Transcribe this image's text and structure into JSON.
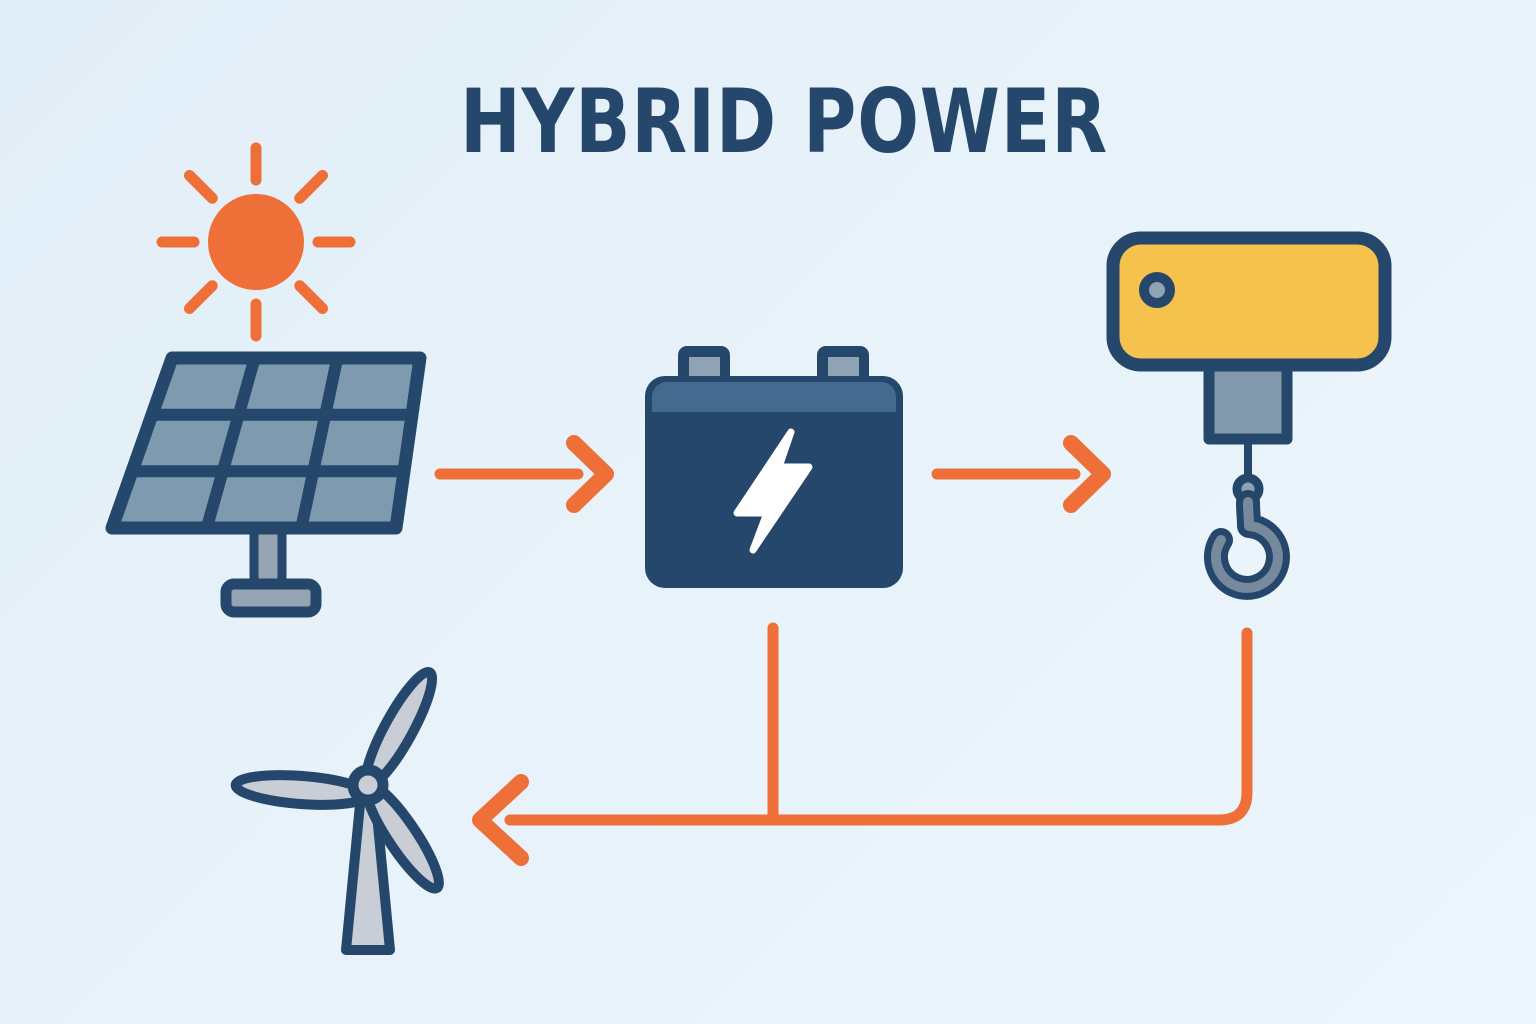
{
  "title": "HYBRID POWER",
  "colors": {
    "bg1": "#e2eef7",
    "bg2": "#edf6fc",
    "navy": "#24476b",
    "orange": "#ee7038",
    "cell": "#7e9aae",
    "strip": "#446a8f",
    "terminal": "#8fa3b5",
    "yellow": "#f4c24d",
    "grayfill": "#8299ab",
    "basegray": "#95a4b2",
    "hookgray": "#77899c",
    "blade": "#c9cdd6",
    "white": "#ffffff"
  },
  "diagram": {
    "icons": [
      {
        "id": "sun",
        "name": "sun-icon"
      },
      {
        "id": "solar_panel",
        "name": "solar-panel-icon"
      },
      {
        "id": "battery",
        "name": "battery-icon"
      },
      {
        "id": "bolt",
        "name": "lightning-bolt-icon"
      },
      {
        "id": "hoist",
        "name": "hoist-hook-icon"
      },
      {
        "id": "wind_turbine",
        "name": "wind-turbine-icon"
      }
    ],
    "flows": [
      {
        "from": "solar_panel",
        "to": "battery",
        "style": "right-arrow"
      },
      {
        "from": "battery",
        "to": "hoist",
        "style": "right-arrow"
      },
      {
        "from": "battery_and_hoist",
        "to": "wind_turbine",
        "style": "elbow-left-arrow"
      }
    ]
  }
}
